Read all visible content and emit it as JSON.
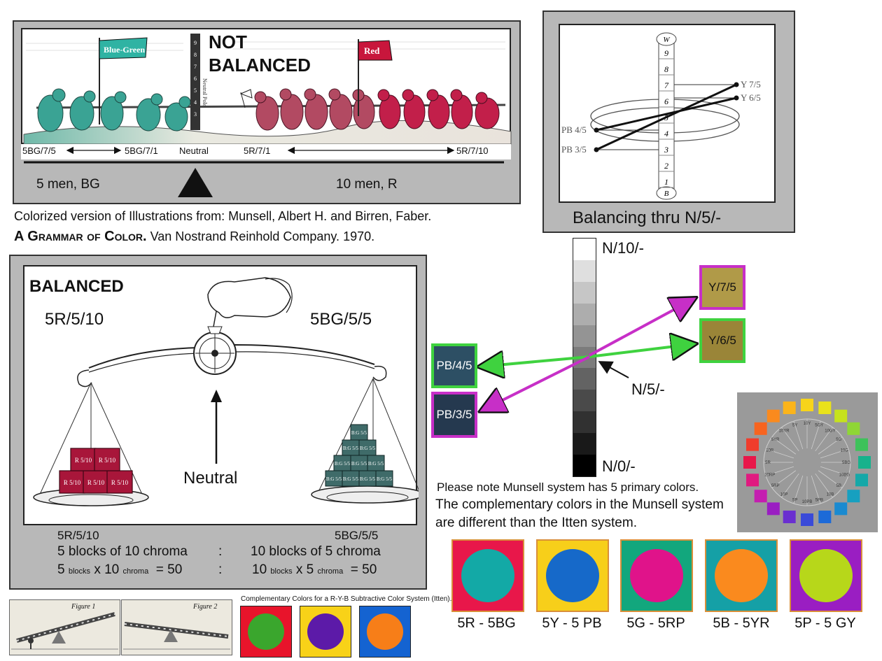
{
  "top_panel": {
    "not_balanced_line1": "NOT",
    "not_balanced_line2": "BALANCED",
    "flag_left": "Blue-Green",
    "flag_right": "Red",
    "pole_text": "Neutral Pole",
    "pole_digits": [
      "9",
      "8",
      "7",
      "6",
      "5",
      "4",
      "3"
    ],
    "scale_labels": [
      "5BG/7/5",
      "5BG/7/1",
      "Neutral",
      "5R/7/1",
      "5R/7/10"
    ],
    "left_team": "5 men, BG",
    "right_team": "10 men,  R"
  },
  "credit": {
    "line1": "Colorized version of Illustrations from:  Munsell, Albert H. and Birren, Faber.",
    "book_title": "A Grammar of Color.",
    "line2_rest": "  Van Nostrand Reinhold Company. 1970."
  },
  "balance_panel": {
    "title": "BALANCED",
    "left_heading": "5R/5/10",
    "right_heading": "5BG/5/5",
    "neutral": "Neutral",
    "cube_left_label": "R 5/10",
    "cube_right_label": "B:G 5/5"
  },
  "calc": {
    "left_label": "5R/5/10",
    "right_label": "5BG/5/5",
    "left_blocks": "5 blocks of 10 chroma",
    "right_blocks": "10 blocks of 5 chroma",
    "colon": ":",
    "left_n1": "5",
    "left_n2": "10",
    "right_n1": "10",
    "right_n2": "5",
    "blocks_word": "blocks",
    "chroma_word": "chroma",
    "x": "x",
    "equals": "= 50"
  },
  "munsell_tree": {
    "caption": "Balancing thru N/5/-",
    "top_letter": "W",
    "bottom_letter": "B",
    "digits": [
      "9",
      "8",
      "7",
      "6",
      "5",
      "4",
      "3",
      "2",
      "1"
    ],
    "right_labels": [
      "Y 7/5",
      "Y 6/5"
    ],
    "left_labels": [
      "PB 4/5",
      "PB 3/5"
    ]
  },
  "value_scale": {
    "top_label": "N/10/-",
    "mid_label": "N/5/-",
    "bottom_label": "N/0/-"
  },
  "chips": [
    {
      "label": "Y/7/5",
      "fill": "#b09a48",
      "border": "#c72fc7"
    },
    {
      "label": "Y/6/5",
      "fill": "#9a8538",
      "border": "#3fd23f"
    },
    {
      "label": "PB/4/5",
      "fill": "#2d4f64",
      "border": "#3fd23f"
    },
    {
      "label": "PB/3/5",
      "fill": "#25394f",
      "border": "#c72fc7"
    }
  ],
  "note": {
    "line1": "Please note Munsell system has 5 primary colors.",
    "line2": "The complementary colors in the Munsell system",
    "line3": "are different than the Itten system."
  },
  "munsell_pairs": [
    {
      "label": "5R - 5BG",
      "bg": "#e8174a",
      "dot": "#13a9a6"
    },
    {
      "label": "5Y - 5 PB",
      "bg": "#f7cf1a",
      "dot": "#1669c9"
    },
    {
      "label": "5G - 5RP",
      "bg": "#12a77d",
      "dot": "#e0138a"
    },
    {
      "label": "5B - 5YR",
      "bg": "#15a0a6",
      "dot": "#fa8a1e"
    },
    {
      "label": "5P - 5 GY",
      "bg": "#9a1ec2",
      "dot": "#b7d71a"
    }
  ],
  "itten": {
    "caption": "Complementary Colors for a R-Y-B Subtractive Color System (Itten).",
    "pairs": [
      {
        "bg": "#e8142b",
        "dot": "#3aa62d"
      },
      {
        "bg": "#f8d218",
        "dot": "#5c1aa8"
      },
      {
        "bg": "#1463d1",
        "dot": "#f77e18"
      }
    ]
  },
  "figures": {
    "figure1": "Figure 1",
    "figure2": "Figure 2"
  },
  "wheel_labels": [
    "5R",
    "10R",
    "5YR",
    "10YR",
    "5Y",
    "10Y",
    "5GY",
    "10GY",
    "5G",
    "10G",
    "5BG",
    "10BG",
    "5B",
    "10B",
    "5PB",
    "10PB",
    "5P",
    "10P",
    "5RP",
    "10RP"
  ],
  "accent_colors": {
    "green_arrow": "#3fd23f",
    "magenta_arrow": "#c72fc7"
  }
}
